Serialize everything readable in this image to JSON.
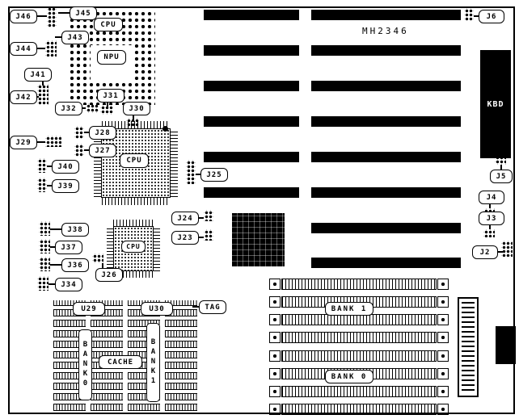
{
  "board": {
    "model": "MH2346",
    "kbd": "KBD"
  },
  "chips": {
    "socket_callout": "CPU",
    "npu": "NPU",
    "cpu_main": "CPU",
    "cpu_small": "CPU"
  },
  "cache_area": {
    "u29": "U29",
    "u30": "U30",
    "tag": "TAG",
    "cache": "CACHE",
    "bank0_vertical": "BANK0",
    "bank1_vertical": "BANK1"
  },
  "memory": {
    "bank1": "BANK 1",
    "bank0": "BANK 0"
  },
  "jumpers": [
    {
      "label": "J46"
    },
    {
      "label": "J45"
    },
    {
      "label": "J44"
    },
    {
      "label": "J43"
    },
    {
      "label": "J41"
    },
    {
      "label": "J42"
    },
    {
      "label": "J32"
    },
    {
      "label": "J31"
    },
    {
      "label": "J30"
    },
    {
      "label": "J29"
    },
    {
      "label": "J28"
    },
    {
      "label": "J27"
    },
    {
      "label": "J40"
    },
    {
      "label": "J39"
    },
    {
      "label": "J25"
    },
    {
      "label": "J38"
    },
    {
      "label": "J37"
    },
    {
      "label": "J36"
    },
    {
      "label": "J34"
    },
    {
      "label": "J26"
    },
    {
      "label": "J24"
    },
    {
      "label": "J23"
    },
    {
      "label": "J6"
    },
    {
      "label": "J5"
    },
    {
      "label": "J4"
    },
    {
      "label": "J3"
    },
    {
      "label": "J2"
    }
  ]
}
